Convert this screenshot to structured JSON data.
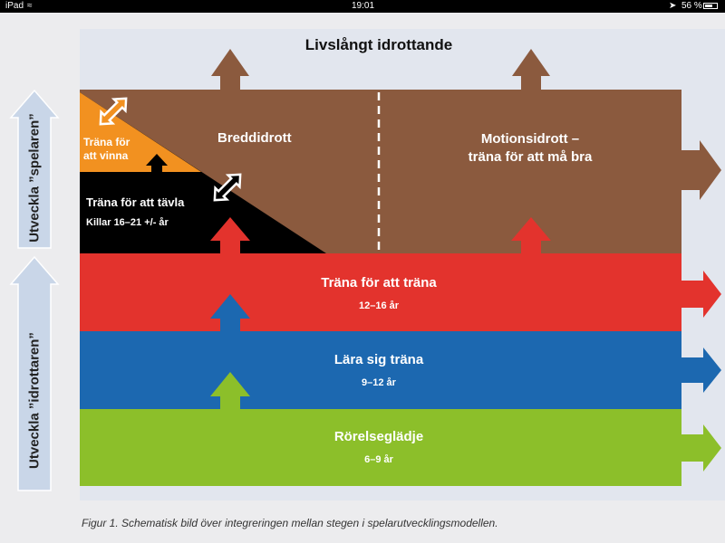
{
  "status_bar": {
    "device": "iPad",
    "time": "19:01",
    "battery": "56 %"
  },
  "diagram": {
    "top_label": "Livslångt idrottande",
    "breddidrott": "Breddidrott",
    "motion_line1": "Motionsidrott –",
    "motion_line2": "träna för att må bra",
    "trana_vinna_line1": "Träna för",
    "trana_vinna_line2": "att vinna",
    "trana_tavla": "Träna för att tävla",
    "killar": "Killar 16–21 +/- år",
    "trana_trana": "Träna för att träna",
    "trana_trana_age": "12–16 år",
    "lara_sig": "Lära sig träna",
    "lara_sig_age": "9–12 år",
    "rorelse": "Rörelseglädje",
    "rorelse_age": "6–9 år",
    "side_upper": "Utveckla ”spelaren”",
    "side_lower": "Utveckla ”idrottaren”"
  },
  "caption": "Figur 1. Schematisk bild över integreringen mellan stegen i spelarutvecklingsmodellen.",
  "colors": {
    "brown": "#8b5a3e",
    "red": "#e3332d",
    "blue": "#1c68b0",
    "green": "#8cbf2a",
    "orange": "#f29120",
    "black": "#000000",
    "side_arrow": "#c9d6e8"
  }
}
